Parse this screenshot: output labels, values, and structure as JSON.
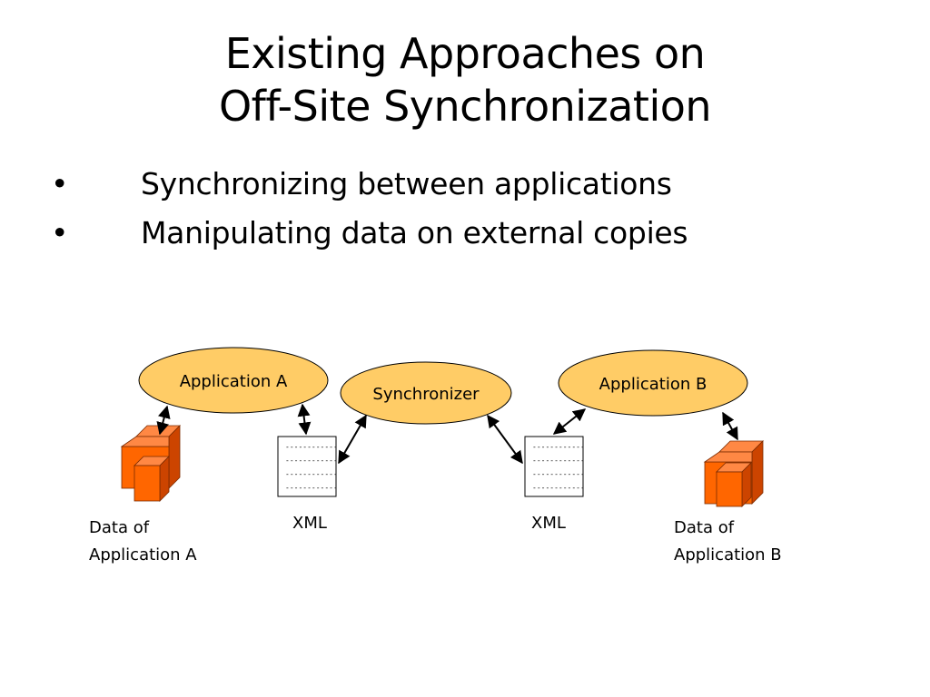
{
  "title": {
    "line1": "Existing Approaches on",
    "line2": "Off-Site Synchronization"
  },
  "bullets": [
    {
      "marker": "•",
      "text": "Synchronizing between applications"
    },
    {
      "marker": "•",
      "text": "Manipulating data on external copies"
    }
  ],
  "diagram": {
    "app_a": "Application A",
    "synchronizer": "Synchronizer",
    "app_b": "Application B",
    "xml_left": "XML",
    "xml_right": "XML",
    "xml_doc_line": "------------",
    "data_a_line1": "Data of",
    "data_a_line2": "Application A",
    "data_b_line1": "Data of",
    "data_b_line2": "Application B"
  },
  "colors": {
    "ellipse_fill": "#FFCC66",
    "ellipse_stroke": "#000000",
    "db_front": "#FF6600",
    "db_side": "#CC4400",
    "db_top": "#FF8844"
  }
}
